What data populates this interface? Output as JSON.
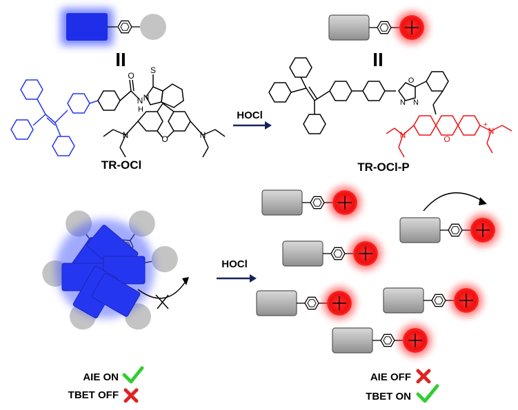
{
  "labels": {
    "compound_start": "TR-OCl",
    "compound_product": "TR-OCl-P",
    "reagent_top": "HOCl",
    "reagent_bottom": "HOCl",
    "equals_left": "II",
    "equals_right": "II",
    "aie_on": "AIE ON",
    "tbet_off": "TBET OFF",
    "aie_off": "AIE OFF",
    "tbet_on": "TBET ON",
    "atom_S": "S",
    "atom_O_amide": "O",
    "atom_N1": "N",
    "atom_NH": "N",
    "atom_H": "H",
    "atom_N_left": "N",
    "atom_N_right": "N",
    "atom_O_xanthene": "O",
    "atom_O_oxadiazole": "O",
    "atom_N_oxa1": "N",
    "atom_N_oxa2": "N",
    "atom_N_prod_left": "N",
    "atom_N_prod_right": "N",
    "atom_O_prod_xanthene": "O",
    "plus_sign": "+"
  },
  "colors": {
    "tpe_blue": "#2233ee",
    "glow_blue": "#3344ff",
    "rhodamine_red": "#ee1111",
    "glow_red": "#ff2020",
    "gray_block": "#a9a9a9",
    "gray_circle": "#bdbdbd",
    "arrow_navy": "#15235a",
    "check_green": "#33cc33",
    "cross_red": "#e02222"
  },
  "icons": {
    "check": "check-mark-icon",
    "cross": "cross-mark-icon"
  }
}
